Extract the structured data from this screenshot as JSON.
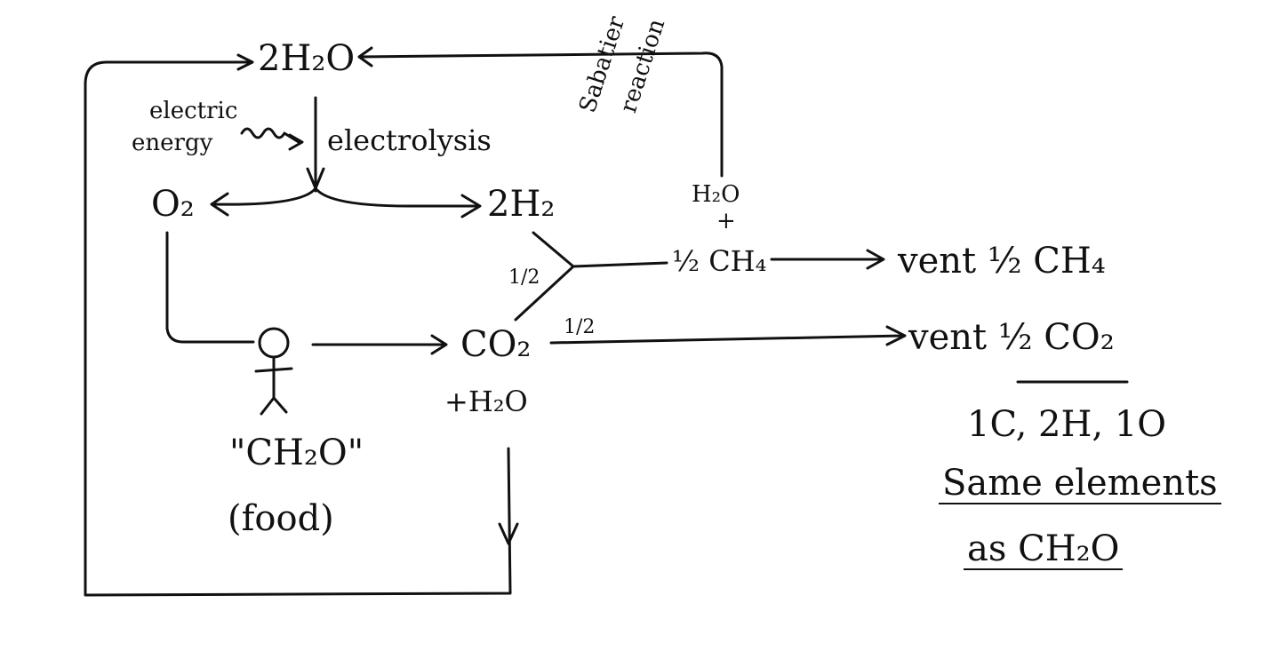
{
  "nodes": {
    "water_top": "2H₂O",
    "electric_energy_line1": "electric",
    "electric_energy_line2": "energy",
    "electrolysis": "electrolysis",
    "oxygen": "O₂",
    "hydrogen": "2H₂",
    "sabatier_line1": "Sabatier",
    "sabatier_line2": "reaction",
    "water_product": "H₂O",
    "plus_top": "+",
    "half_h": "1/2",
    "half_methane": "½ CH₄",
    "co2": "CO₂",
    "plus_water": "+H₂O",
    "half_co2_split": "1/2",
    "vent_methane": "vent  ½ CH₄",
    "vent_co2": "vent  ½ CO₂",
    "food_formula": "\"CH₂O\"",
    "food_label": "(food)"
  },
  "summary": {
    "elements": "1C, 2H, 1O",
    "line2": "Same elements",
    "line3": "as CH₂O"
  },
  "icons": {
    "person": "stick-figure-person-icon"
  }
}
